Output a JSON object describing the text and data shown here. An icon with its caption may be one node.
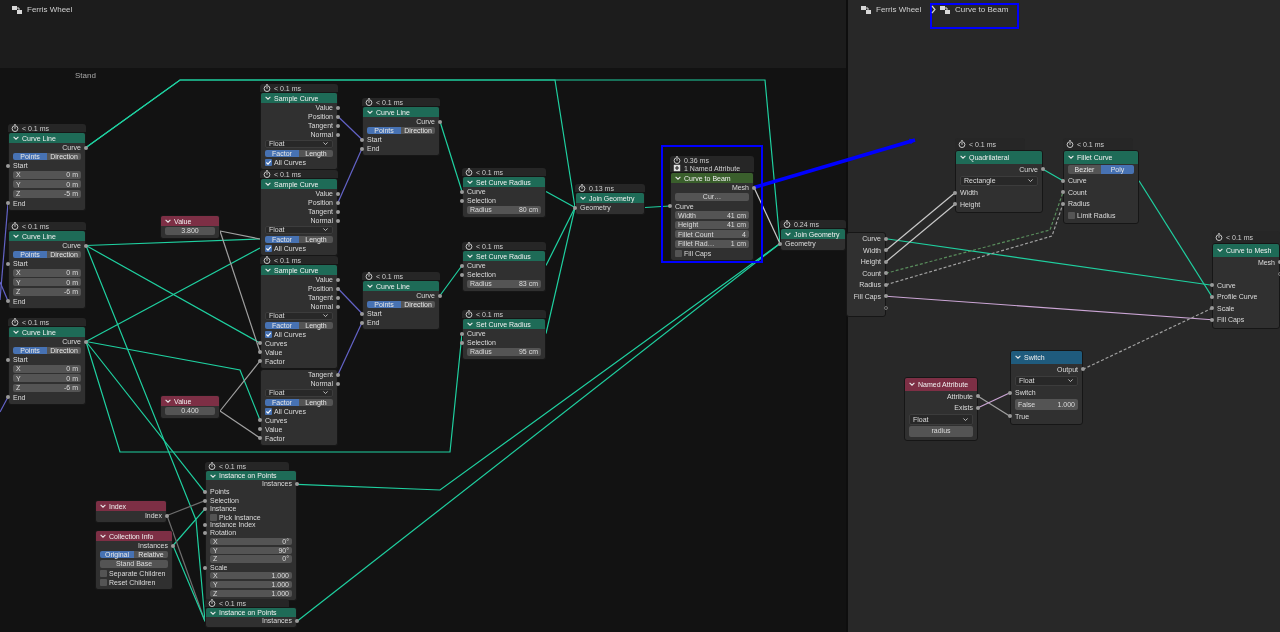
{
  "diagram": {
    "nodes": [
      {
        "text": [
          "Stand"
        ]
      },
      {
        "text": [
          "Curve Line",
          "Curve",
          "Points",
          "Direction",
          "Start",
          "X",
          "0 m",
          "Y",
          "0 m",
          "Z",
          "-5 m",
          "End"
        ],
        "beside": [
          "< 0.1 ms"
        ],
        "in": 0
      },
      {
        "text": [
          "Curve Line",
          "Curve",
          "Points",
          "Direction",
          "Start",
          "X",
          "0 m",
          "Y",
          "0 m",
          "Z",
          "-6 m",
          "End"
        ],
        "beside": [
          "< 0.1 ms"
        ],
        "in": 0
      },
      {
        "text": [
          "Curve Line",
          "Curve",
          "Points",
          "Direction",
          "Start",
          "X",
          "0 m",
          "Y",
          "0 m",
          "Z",
          "-6 m",
          "End"
        ],
        "beside": [
          "< 0.1 ms"
        ],
        "in": 0
      },
      {
        "text": [
          "Value",
          "3.800"
        ],
        "in": 0
      },
      {
        "text": [
          "Value",
          "0.400"
        ],
        "in": 0
      },
      {
        "text": [
          "Sample Curve",
          "Value",
          "Position",
          "Tangent",
          "Normal",
          "Float",
          "Factor",
          "Length",
          "All Curves"
        ],
        "beside": [
          "< 0.1 ms"
        ],
        "in": 0
      },
      {
        "text": [
          "Sample Curve",
          "Value",
          "Position",
          "Tangent",
          "Normal",
          "Float",
          "Factor",
          "Length",
          "All Curves"
        ],
        "beside": [
          "< 0.1 ms"
        ],
        "in": 0
      },
      {
        "text": [
          "Sample Curve",
          "Value",
          "Position",
          "Tangent",
          "Normal",
          "Float",
          "Factor",
          "Length",
          "All Curves",
          "Curves",
          "Value",
          "Factor"
        ],
        "beside": [
          "< 0.1 ms"
        ],
        "in": 0
      },
      {
        "text": [
          "Tangent",
          "Normal",
          "Float",
          "Factor",
          "Length",
          "All Curves",
          "Curves",
          "Value",
          "Factor"
        ],
        "in": 0
      },
      {
        "text": [
          "Curve Line",
          "Curve",
          "Points",
          "Direction",
          "Start",
          "End"
        ],
        "beside": [
          "< 0.1 ms"
        ],
        "in": 0
      },
      {
        "text": [
          "Curve Line",
          "Curve",
          "Points",
          "Direction",
          "Start",
          "End"
        ],
        "beside": [
          "< 0.1 ms"
        ],
        "in": 0
      },
      {
        "text": [
          "Set Curve Radius",
          "Curve",
          "Selection",
          "Radius",
          "80 cm"
        ],
        "beside": [
          "< 0.1 ms"
        ],
        "in": 0
      },
      {
        "text": [
          "Set Curve Radius",
          "Curve",
          "Selection",
          "Radius",
          "83 cm"
        ],
        "beside": [
          "< 0.1 ms"
        ],
        "in": 0
      },
      {
        "text": [
          "Set Curve Radius",
          "Curve",
          "Selection",
          "Radius",
          "95 cm"
        ],
        "beside": [
          "< 0.1 ms"
        ],
        "in": 0
      },
      {
        "text": [
          "Join Geometry",
          "Geometry"
        ],
        "beside": [
          "0.13 ms"
        ],
        "in": 0
      },
      {
        "text": [
          "Curve to Beam",
          "Mesh",
          "Cur…",
          "Curve",
          "Width",
          "41 cm",
          "Height",
          "41 cm",
          "Fillet Count",
          "4",
          "Fillet Rad…",
          "1 cm",
          "Fill Caps"
        ],
        "beside": [
          "0.36 ms",
          "1 Named Attribute"
        ],
        "in": 0
      },
      {
        "text": [
          "Join Geometry",
          "Geometry"
        ],
        "beside": [
          "0.24 ms"
        ],
        "in": 0
      },
      {
        "text": [
          "Index",
          "Index"
        ],
        "in": 0
      },
      {
        "text": [
          "Collection Info",
          "Instances",
          "Original",
          "Relative",
          "Stand Base",
          "Separate Children",
          "Reset Children"
        ],
        "in": 0
      },
      {
        "text": [
          "Instance on Points",
          "Instances",
          "Points",
          "Selection",
          "Instance",
          "Pick Instance",
          "Instance Index",
          "Rotation",
          "X",
          "0°",
          "Y",
          "90°",
          "Z",
          "0°",
          "Scale",
          "X",
          "1.000",
          "Y",
          "1.000",
          "Z",
          "1.000"
        ],
        "beside": [
          "< 0.1 ms"
        ],
        "in": 0
      },
      {
        "text": [
          "Instance on Points",
          "Instances"
        ],
        "beside": [
          "< 0.1 ms"
        ],
        "in": 0
      },
      {
        "text": [
          "Curve",
          "Width",
          "Height",
          "Count",
          "Radius",
          "Fill Caps"
        ]
      },
      {
        "text": [
          "Quadrilateral",
          "Curve",
          "Rectangle",
          "Width",
          "Height"
        ],
        "beside": [
          "< 0.1 ms"
        ]
      },
      {
        "text": [
          "Fillet Curve",
          "Bezier",
          "Poly",
          "Curve",
          "Count",
          "Radius",
          "Limit Radius"
        ],
        "beside": [
          "< 0.1 ms"
        ]
      },
      {
        "text": [
          "Curve to Mesh",
          "Mesh",
          "Curve",
          "Profile Curve",
          "Scale",
          "Fill Caps"
        ],
        "beside": [
          "< 0.1 ms"
        ]
      },
      {
        "text": [
          "Named Attribute",
          "Attribute",
          "Exists",
          "Float",
          "radius"
        ]
      },
      {
        "text": [
          "Switch",
          "Output",
          "Float",
          "Switch",
          "False",
          "1.000",
          "True"
        ]
      }
    ],
    "edges": [
      {
        "from": null,
        "to": 1,
        "arrow": "none",
        "color": "#6363c7"
      },
      {
        "from": null,
        "to": 2,
        "arrow": "none",
        "color": "#6363c7"
      },
      {
        "from": null,
        "to": 3,
        "arrow": "none",
        "color": "#6363c7"
      },
      {
        "from": 1,
        "to": 15,
        "arrow": "none"
      },
      {
        "from": 1,
        "to": 17,
        "arrow": "none"
      },
      {
        "from": 2,
        "to": 7,
        "arrow": "none"
      },
      {
        "from": 2,
        "to": 8,
        "arrow": "none"
      },
      {
        "from": 2,
        "to": 21,
        "arrow": "none"
      },
      {
        "from": 3,
        "to": 7,
        "arrow": "none"
      },
      {
        "from": 3,
        "to": 9,
        "arrow": "none"
      },
      {
        "from": 3,
        "to": 14,
        "arrow": "none"
      },
      {
        "from": 3,
        "to": 20,
        "arrow": "none"
      },
      {
        "from": 4,
        "to": 7,
        "arrow": "none",
        "color": "#a1a1a1"
      },
      {
        "from": 4,
        "to": 8,
        "arrow": "none",
        "color": "#a1a1a1"
      },
      {
        "from": 5,
        "to": 8,
        "arrow": "none",
        "color": "#a1a1a1"
      },
      {
        "from": 5,
        "to": 9,
        "arrow": "none",
        "color": "#a1a1a1"
      },
      {
        "from": 6,
        "to": 10,
        "arrow": "none",
        "color": "#6363c7"
      },
      {
        "from": 7,
        "to": 10,
        "arrow": "none",
        "color": "#6363c7"
      },
      {
        "from": 8,
        "to": 11,
        "arrow": "none",
        "color": "#6363c7"
      },
      {
        "from": 9,
        "to": 11,
        "arrow": "none",
        "color": "#6363c7"
      },
      {
        "from": 10,
        "to": 12,
        "arrow": "none"
      },
      {
        "from": 11,
        "to": 13,
        "arrow": "none"
      },
      {
        "from": 12,
        "to": 15,
        "arrow": "none"
      },
      {
        "from": 13,
        "to": 15,
        "arrow": "none"
      },
      {
        "from": 14,
        "to": 15,
        "arrow": "none"
      },
      {
        "from": 15,
        "to": 16,
        "arrow": "none"
      },
      {
        "from": 16,
        "to": 17,
        "arrow": "none",
        "color": "#c8c8c8"
      },
      {
        "from": 20,
        "to": 17,
        "arrow": "none"
      },
      {
        "from": 21,
        "to": 17,
        "arrow": "none"
      },
      {
        "from": 18,
        "to": 20,
        "arrow": "none",
        "color": "#6e6e6e"
      },
      {
        "from": 19,
        "to": 20,
        "arrow": "none"
      },
      {
        "from": 18,
        "to": 21,
        "arrow": "none",
        "color": "#6e6e6e"
      },
      {
        "from": 19,
        "to": 21,
        "arrow": "none"
      },
      {
        "from": 16,
        "to": null,
        "arrow": "to",
        "style": "thick",
        "color": "#0000ff"
      },
      {
        "from": 22,
        "to": 25,
        "arrow": "none"
      },
      {
        "from": 22,
        "to": 23,
        "arrow": "none",
        "color": "#c8c8c8"
      },
      {
        "from": 22,
        "to": 23,
        "arrow": "none",
        "color": "#c8c8c8"
      },
      {
        "from": 22,
        "to": 24,
        "arrow": "none",
        "style": "dashed",
        "color": "#598c5c"
      },
      {
        "from": 22,
        "to": 24,
        "arrow": "none",
        "style": "dashed",
        "color": "#a1a1a1"
      },
      {
        "from": 22,
        "to": 25,
        "arrow": "none",
        "color": "#cca6d6"
      },
      {
        "from": 23,
        "to": 24,
        "arrow": "none"
      },
      {
        "from": 24,
        "to": 25,
        "arrow": "none"
      },
      {
        "from": 27,
        "to": 25,
        "arrow": "none",
        "style": "dashed",
        "color": "#a1a1a1"
      },
      {
        "from": 26,
        "to": 27,
        "arrow": "none",
        "color": "#a1a1a1"
      },
      {
        "from": 26,
        "to": 27,
        "arrow": "none",
        "color": "#cca6d6"
      }
    ],
    "labels": [
      "Ferris Wheel",
      "Ferris Wheel",
      "Curve to Beam"
    ]
  }
}
